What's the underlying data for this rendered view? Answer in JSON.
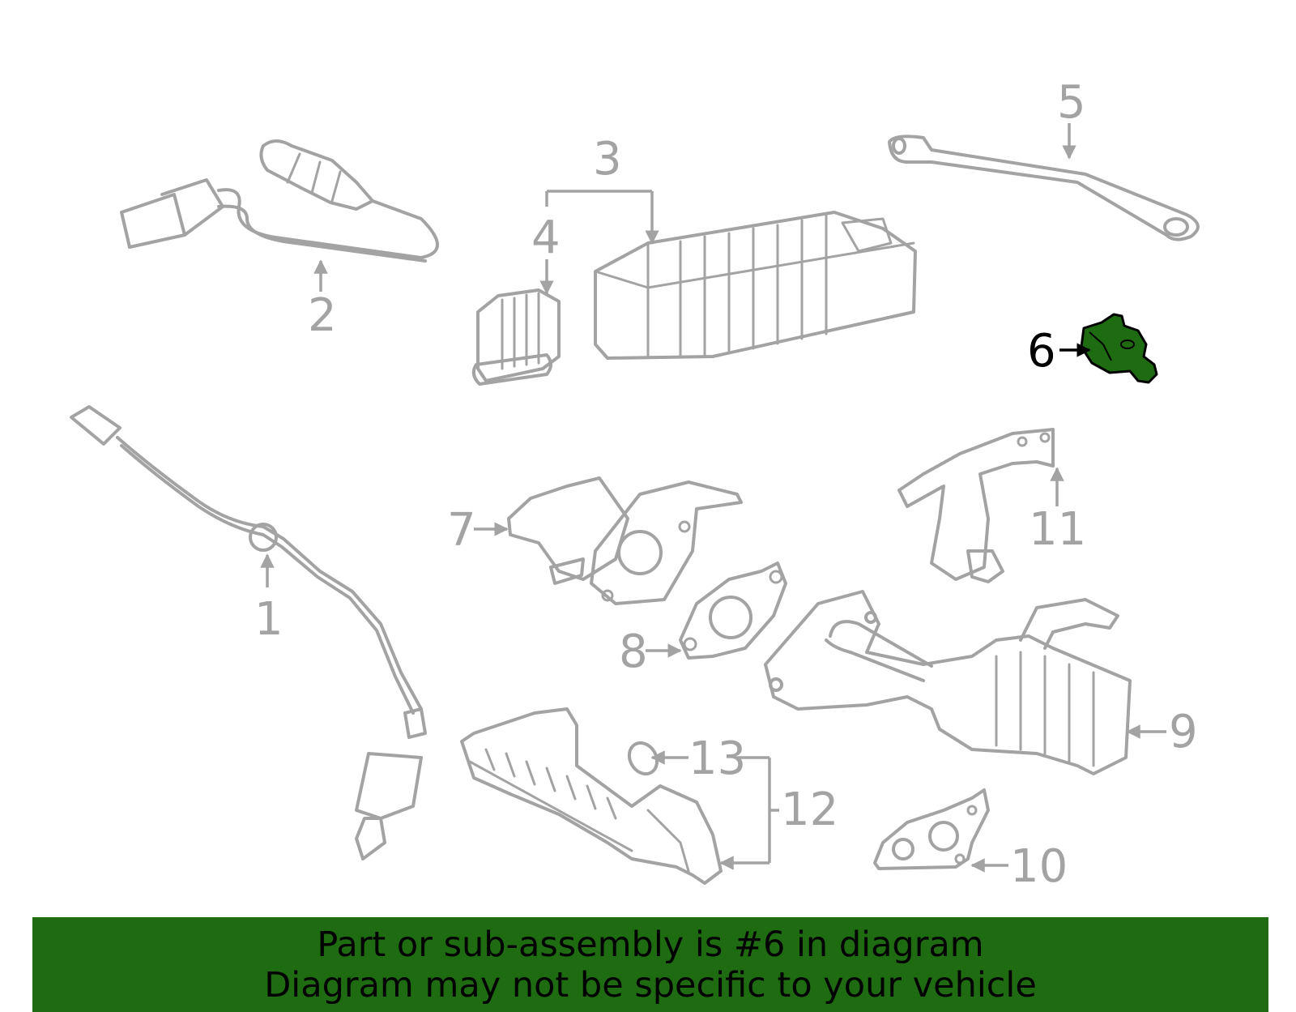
{
  "diagram": {
    "callouts": [
      "1",
      "2",
      "3",
      "4",
      "5",
      "6",
      "7",
      "8",
      "9",
      "10",
      "11",
      "12",
      "13"
    ],
    "highlighted_callout": "6",
    "colors": {
      "part_line": "#a3a3a3",
      "highlight_fill": "#1e6b12",
      "highlight_label": "#000000"
    }
  },
  "banner": {
    "line1": "Part or sub-assembly is #6 in diagram",
    "line2": "Diagram may not be specific to your vehicle",
    "background": "#1e6b12"
  }
}
